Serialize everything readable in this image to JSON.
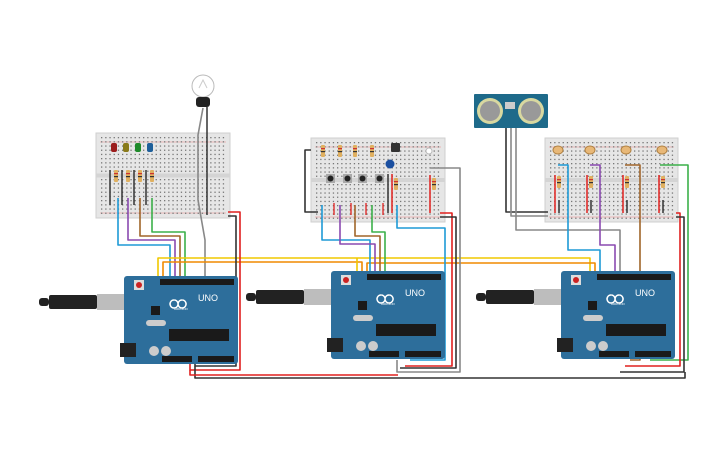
{
  "canvas": {
    "background": "#ffffff"
  },
  "boards": [
    {
      "model_label": "UNO",
      "brand_label": "ARDUINO"
    },
    {
      "model_label": "UNO",
      "brand_label": "ARDUINO"
    },
    {
      "model_label": "UNO",
      "brand_label": "ARDUINO"
    }
  ],
  "breadboards": [
    {
      "components": "leds-resistors",
      "led_colors": [
        "#9b1c1c",
        "#8a7a1a",
        "#1f8a2a",
        "#1f5f9a"
      ]
    },
    {
      "components": "pushbuttons-sensor",
      "button_count": 4
    },
    {
      "components": "photoresistors",
      "ldr_count": 4
    }
  ],
  "extras": {
    "light_bulb": true,
    "ultrasonic_sensor": true
  },
  "colors": {
    "arduino": "#2d6e9b",
    "breadboard": "#e6e6e6",
    "wire_red": "#e0201f",
    "wire_black": "#333333",
    "wire_yellow": "#f0c800",
    "wire_orange": "#f08a00",
    "wire_blue": "#1e9ad6",
    "wire_purple": "#8a4ab0",
    "wire_brown": "#a0652a",
    "wire_green": "#3cb04a",
    "wire_gray": "#888888"
  }
}
